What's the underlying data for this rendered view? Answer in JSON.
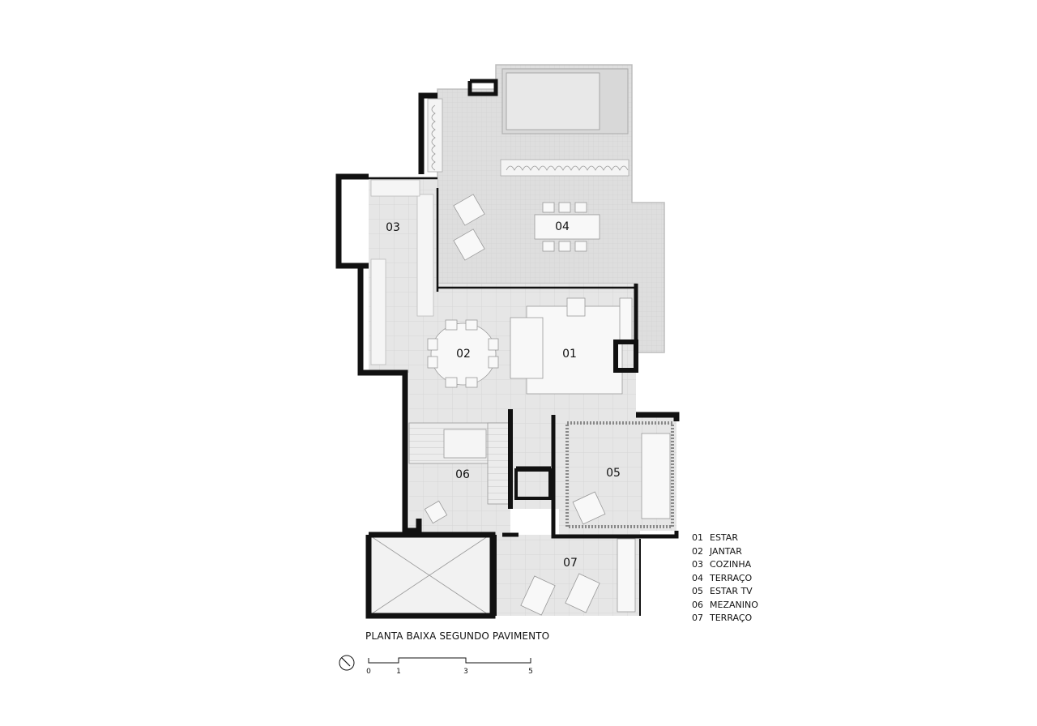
{
  "rooms": {
    "r01": "01",
    "r02": "02",
    "r03": "03",
    "r04": "04",
    "r05": "05",
    "r06": "06",
    "r07": "07"
  },
  "legend": [
    {
      "num": "01",
      "name": "ESTAR"
    },
    {
      "num": "02",
      "name": "JANTAR"
    },
    {
      "num": "03",
      "name": "COZINHA"
    },
    {
      "num": "04",
      "name": "TERRAÇO"
    },
    {
      "num": "05",
      "name": "ESTAR TV"
    },
    {
      "num": "06",
      "name": "MEZANINO"
    },
    {
      "num": "07",
      "name": "TERRAÇO"
    }
  ],
  "title": "PLANTA BAIXA SEGUNDO PAVIMENTO",
  "scale_bar": {
    "ticks": [
      "0",
      "1",
      "3",
      "5"
    ]
  },
  "north_arrow_icon": "north-arrow-icon",
  "colors": {
    "wall": "#111111",
    "floor": "#e9e9e9",
    "terrace": "#dcdcdc",
    "pool": "#e2e2e2",
    "furniture_stroke": "#ffffff"
  }
}
